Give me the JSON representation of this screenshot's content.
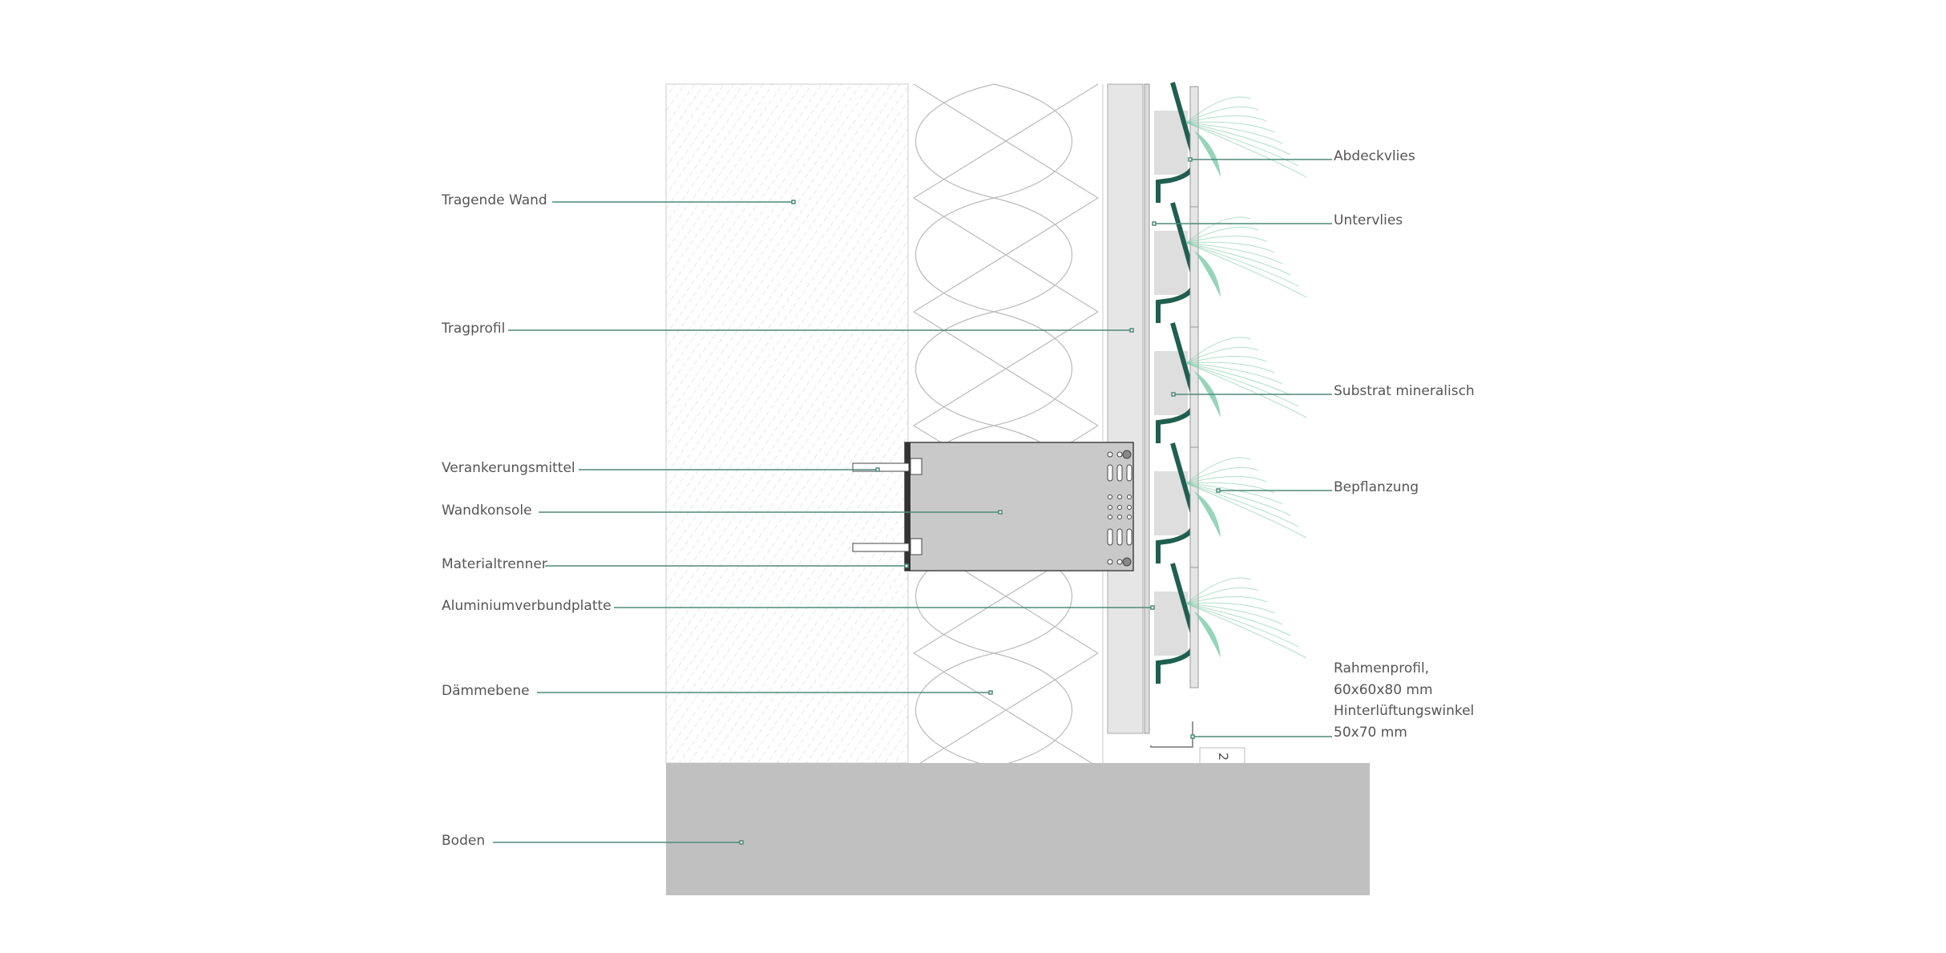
{
  "left_labels": [
    {
      "text": "Tragende Wand"
    },
    {
      "text": "Tragprofil"
    },
    {
      "text": "Verankerungsmittel"
    },
    {
      "text": "Wandkonsole"
    },
    {
      "text": "Materialtrenner"
    },
    {
      "text": "Aluminiumverbundplatte"
    },
    {
      "text": "Dämmebene"
    },
    {
      "text": "Boden"
    }
  ],
  "right_labels": [
    {
      "text": "Abdeckvlies"
    },
    {
      "text": "Untervlies"
    },
    {
      "text": "Substrat mineralisch"
    },
    {
      "text": "Bepflanzung"
    },
    {
      "text": "Rahmenprofil,"
    },
    {
      "text": "60x60x80 mm"
    },
    {
      "text": "Hinterlüftungswinkel"
    },
    {
      "text": "50x70 mm"
    }
  ],
  "marker": "2",
  "colors": {
    "leader": "#4e8a7a",
    "dark_green": "#1f5f4f",
    "leaf": "#7ccaa9",
    "floor": "#c0c0c0",
    "bracket": "#c9c9c9"
  }
}
